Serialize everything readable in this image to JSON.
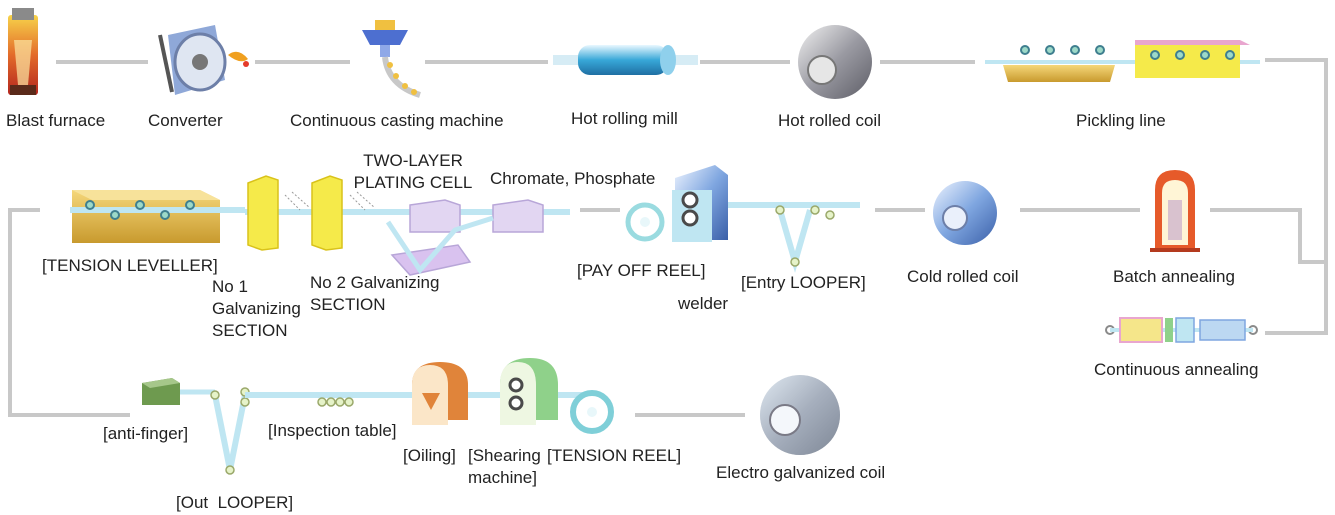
{
  "row1": {
    "blast_furnace": "Blast furnace",
    "converter": "Converter",
    "casting": "Continuous casting machine",
    "hot_rolling": "Hot rolling mill",
    "hot_coil": "Hot rolled coil",
    "pickling": "Pickling line"
  },
  "row2": {
    "tension_leveller": "[TENSION LEVELLER]",
    "galv1": "No 1\nGalvanizing\nSECTION",
    "galv2": "No 2 Galvanizing\nSECTION",
    "plating_cell": "TWO-LAYER\nPLATING CELL",
    "chromate": "Chromate, Phosphate",
    "pay_off": "[PAY OFF REEL]",
    "welder": "welder",
    "entry_looper": "[Entry LOOPER]",
    "cold_coil": "Cold rolled coil",
    "batch_annealing": "Batch annealing",
    "continuous_annealing": "Continuous annealing"
  },
  "row3": {
    "anti_finger": "[anti-finger]",
    "out_looper": "[Out  LOOPER]",
    "inspection": "[Inspection table]",
    "oiling": "[Oiling]",
    "shearing": "[Shearing\nmachine]",
    "tension_reel": "[TENSION REEL]",
    "eg_coil": "Electro galvanized coil"
  },
  "colors": {
    "connector": "#c8c8c8",
    "strip": "#bfe6f2",
    "roller": "#9dd9c8",
    "gold": "#e0b84a",
    "pink": "#e9a6cf",
    "yellow": "#f5ea4a",
    "orange": "#e0843a",
    "green": "#8fd18a",
    "steel": "#a8a8b0",
    "blue": "#7fa6e0",
    "lavender": "#e2d6f2",
    "red": "#d9482b"
  },
  "icons": [
    "blast-furnace-icon",
    "converter-icon",
    "casting-icon",
    "hot-rolling-mill-icon",
    "coil-icon",
    "pickling-line-icon",
    "tension-leveller-icon",
    "galvanizing-icon",
    "plating-cell-icon",
    "pay-off-reel-icon",
    "looper-icon",
    "batch-annealing-icon",
    "continuous-annealing-icon",
    "anti-finger-icon",
    "oiling-icon",
    "shearing-icon",
    "tension-reel-icon"
  ]
}
